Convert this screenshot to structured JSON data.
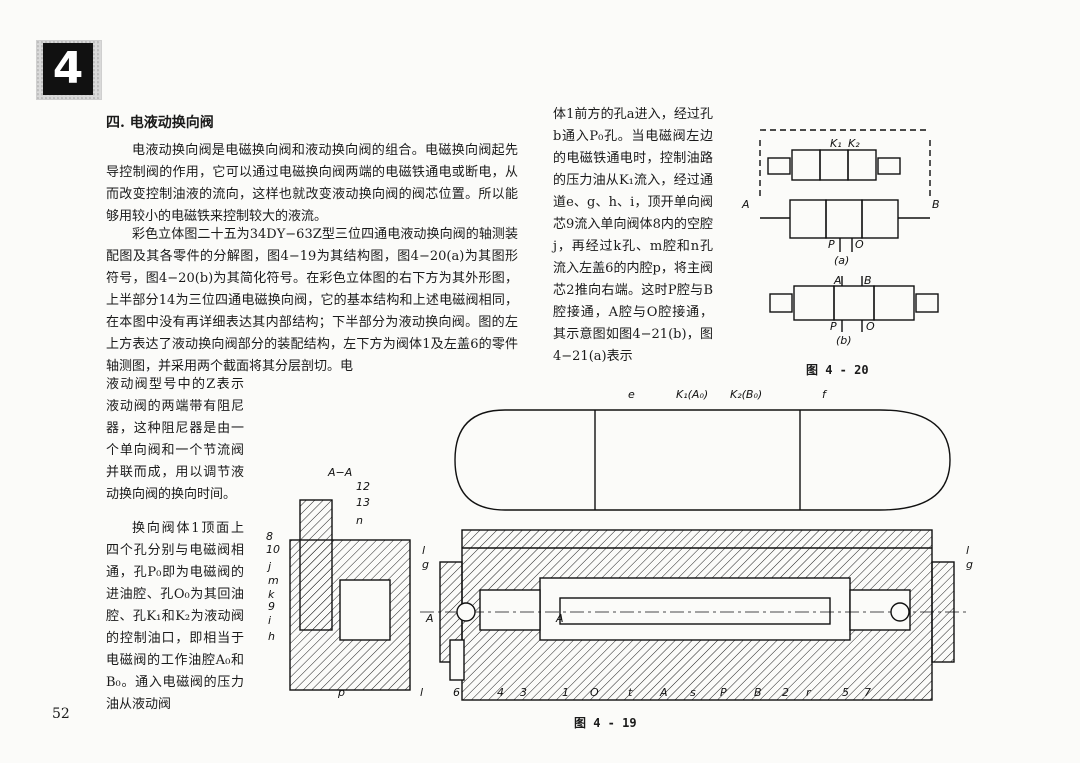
{
  "chapter": "4",
  "page_number": "52",
  "section_title": "四. 电液动换向阀",
  "paragraphs": {
    "p1": "电液动换向阀是电磁换向阀和液动换向阀的组合。电磁换向阀起先导控制阀的作用，它可以通过电磁换向阀两端的电磁铁通电或断电，从而改变控制油液的流向，这样也就改变液动换向阀的阀芯位置。所以能够用较小的电磁铁来控制较大的液流。",
    "p2": "彩色立体图二十五为34DY−63Z型三位四通电液动换向阀的轴测装配图及其各零件的分解图，图4−19为其结构图，图4−20(a)为其图形符号，图4−20(b)为其简化符号。在彩色立体图的右下方为其外形图，上半部分14为三位四通电磁换向阀，它的基本结构和上述电磁阀相同，在本图中没有再详细表达其内部结构；下半部分为液动换向阀。图的左上方表达了液动换向阀部分的装配结构，左下方为阀体1及左盖6的零件轴测图，并采用两个截面将其分层剖切。电",
    "p3": "液动阀型号中的Z表示液动阀的两端带有阻尼器，这种阻尼器是由一个单向阀和一个节流阀并联而成，用以调节液动换向阀的换向时间。",
    "p4": "换向阀体1顶面上四个孔分别与电磁阀相通，孔P₀即为电磁阀的进油腔、孔O₀为其回油腔、孔K₁和K₂为液动阀的控制油口，即相当于电磁阀的工作油腔A₀和B₀。通入电磁阀的压力油从液动阀",
    "p_right": "体1前方的孔a进入，经过孔b通入P₀孔。当电磁阀左边的电磁铁通电时，控制油路的压力油从K₁流入，经过通道e、g、h、i，顶开单向阀芯9流入单向阀体8内的空腔j，再经过k孔、m腔和n孔流入左盖6的内腔p，将主阀芯2推向右端。这时P腔与B腔接通，A腔与O腔接通，其示意图如图4−21(b)，图4−21(a)表示"
  },
  "fig20": {
    "caption": "图 4 - 20",
    "labels": {
      "k1": "K₁",
      "k2": "K₂",
      "a": "A",
      "b": "B",
      "p": "P",
      "o": "O",
      "sub_a": "(a)",
      "sub_b": "(b)"
    }
  },
  "fig19": {
    "caption": "图 4 - 19",
    "section_label": "A−A",
    "top_labels": {
      "e": "e",
      "k1a0": "K₁(A₀)",
      "k2b0": "K₂(B₀)",
      "f": "f"
    },
    "left_labels": [
      "8",
      "10",
      "j",
      "m",
      "k",
      "9",
      "i",
      "h"
    ],
    "callouts": {
      "c12": "12",
      "c13": "13",
      "n": "n",
      "p": "p",
      "l1": "l",
      "g1": "g",
      "l2": "l",
      "g2": "g",
      "a_left": "A",
      "a_mid": "A"
    },
    "bottom_labels": [
      "6",
      "4",
      "3",
      "1",
      "O",
      "t",
      "A",
      "s",
      "P",
      "B",
      "2",
      "r",
      "5",
      "7"
    ]
  }
}
